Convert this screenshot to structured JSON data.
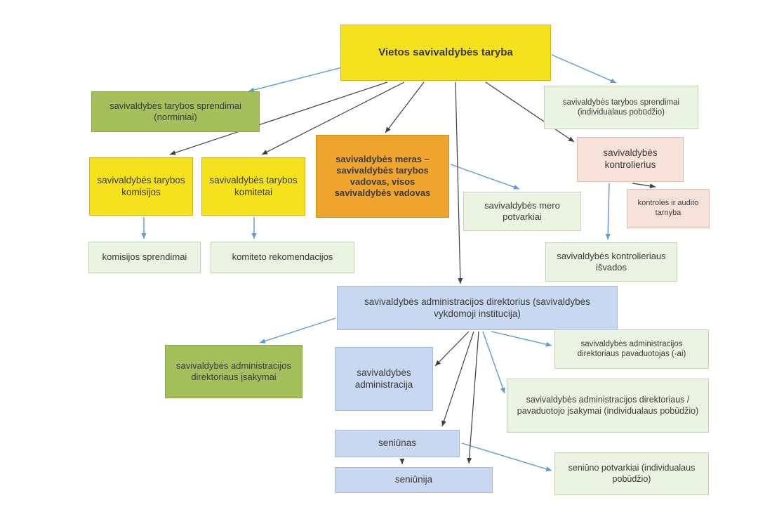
{
  "title": "Vietos savivaldybės taryba — struktūros schema",
  "colors": {
    "yellow": "#F6E21C",
    "olive_green": "#A5BF5C",
    "orange": "#EFA52D",
    "pink": "#F7E2DA",
    "light_green": "#EBF3E3",
    "light_blue": "#C8D8F0",
    "arrow_blue": "#5B9BD5",
    "arrow_black": "#3F3F3F",
    "text": "#3B3B3B"
  },
  "nodes": {
    "taryba": {
      "label": "Vietos savivaldybės taryba",
      "color": "yellow"
    },
    "norminiai": {
      "label": "savivaldybės tarybos sprendimai (norminiai)",
      "color": "olive_green"
    },
    "individualus": {
      "label": "savivaldybės tarybos sprendimai (individualaus pobūdžio)",
      "color": "light_green"
    },
    "komisijos": {
      "label": "savivaldybės tarybos komisijos",
      "color": "yellow"
    },
    "komitetai": {
      "label": "savivaldybės tarybos komitetai",
      "color": "yellow"
    },
    "meras": {
      "label": "savivaldybės meras – savivaldybės tarybos vadovas, visos savivaldybės vadovas",
      "color": "orange"
    },
    "kontrolierius": {
      "label": "savivaldybės kontrolierius",
      "color": "pink"
    },
    "mero_potvarkiai": {
      "label": "savivaldybės mero potvarkiai",
      "color": "light_green"
    },
    "kontroles_tarnyba": {
      "label": "kontrolės ir audito tarnyba",
      "color": "pink"
    },
    "komisijos_sprendimai": {
      "label": "komisijos sprendimai",
      "color": "light_green"
    },
    "komiteto_rekomendacijos": {
      "label": "komiteto rekomendacijos",
      "color": "light_green"
    },
    "isvados": {
      "label": "savivaldybės kontrolieriaus išvados",
      "color": "light_green"
    },
    "direktorius": {
      "label": "savivaldybės administracijos direktorius (savivaldybės vykdomoji institucija)",
      "color": "light_blue"
    },
    "direktoriaus_isakymai": {
      "label": "savivaldybės administracijos direktoriaus įsakymai",
      "color": "olive_green"
    },
    "administracija": {
      "label": "savivaldybės administracija",
      "color": "light_blue"
    },
    "pavaduotojas": {
      "label": "savivaldybės administracijos direktoriaus pavaduotojas (-ai)",
      "color": "light_green"
    },
    "pavaduotojo_isakymai": {
      "label": "savivaldybės administracijos direktoriaus / pavaduotojo įsakymai (individualaus pobūdžio)",
      "color": "light_green"
    },
    "seniunas": {
      "label": "seniūnas",
      "color": "light_blue"
    },
    "seniunija": {
      "label": "seniūnija",
      "color": "light_blue"
    },
    "seniuno_potvarkiai": {
      "label": "seniūno potvarkiai (individualaus pobūdžio)",
      "color": "light_green"
    }
  },
  "edges": [
    {
      "from": "taryba",
      "to": "norminiai",
      "color": "blue"
    },
    {
      "from": "taryba",
      "to": "individualus",
      "color": "blue"
    },
    {
      "from": "taryba",
      "to": "komisijos",
      "color": "black"
    },
    {
      "from": "taryba",
      "to": "komitetai",
      "color": "black"
    },
    {
      "from": "taryba",
      "to": "meras",
      "color": "black"
    },
    {
      "from": "taryba",
      "to": "direktorius",
      "color": "black"
    },
    {
      "from": "taryba",
      "to": "kontrolierius",
      "color": "black"
    },
    {
      "from": "komisijos",
      "to": "komisijos_sprendimai",
      "color": "blue"
    },
    {
      "from": "komitetai",
      "to": "komiteto_rekomendacijos",
      "color": "blue"
    },
    {
      "from": "meras",
      "to": "mero_potvarkiai",
      "color": "blue"
    },
    {
      "from": "kontrolierius",
      "to": "kontroles_tarnyba",
      "color": "black"
    },
    {
      "from": "kontrolierius",
      "to": "isvados",
      "color": "blue"
    },
    {
      "from": "direktorius",
      "to": "direktoriaus_isakymai",
      "color": "blue"
    },
    {
      "from": "direktorius",
      "to": "administracija",
      "color": "black"
    },
    {
      "from": "direktorius",
      "to": "seniunas",
      "color": "black"
    },
    {
      "from": "direktorius",
      "to": "seniunija",
      "color": "black"
    },
    {
      "from": "direktorius",
      "to": "pavaduotojas",
      "color": "blue"
    },
    {
      "from": "direktorius",
      "to": "pavaduotojo_isakymai",
      "color": "blue"
    },
    {
      "from": "seniunas",
      "to": "seniunija",
      "color": "black"
    },
    {
      "from": "seniunas",
      "to": "seniuno_potvarkiai",
      "color": "blue"
    }
  ]
}
